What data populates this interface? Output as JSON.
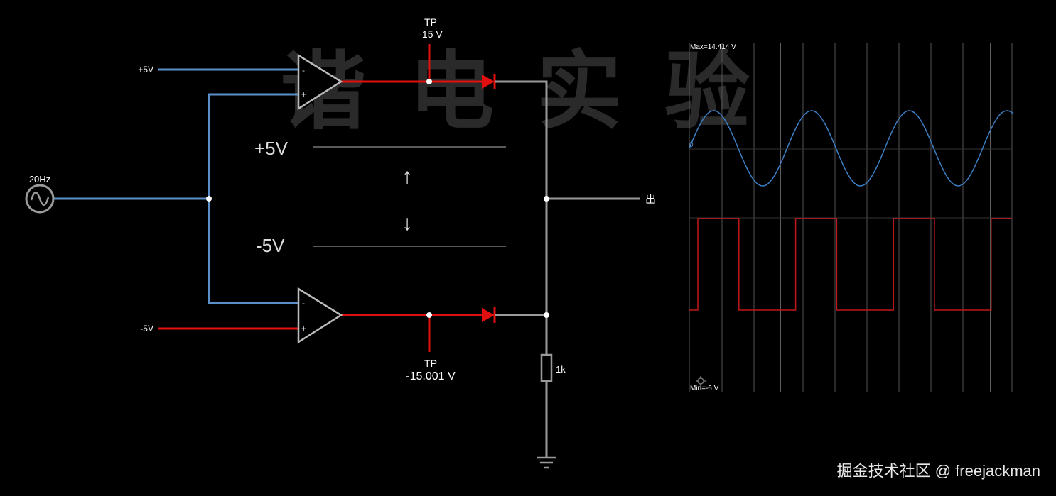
{
  "watermark": {
    "text": "谐电实验"
  },
  "source": {
    "label": "20Hz"
  },
  "rails": {
    "top_ref": "+5V",
    "bottom_ref": "-5V"
  },
  "probes": {
    "top": {
      "label": "TP",
      "value": "-15 V"
    },
    "bottom": {
      "label": "TP",
      "value": "-15.001 V"
    }
  },
  "window": {
    "upper_label": "+5V",
    "lower_label": "-5V",
    "up_arrow": "↑",
    "down_arrow": "↓"
  },
  "output": {
    "label": "出"
  },
  "resistor": {
    "label": "1k"
  },
  "scope": {
    "max_label": "Max=14.414 V",
    "min_label": "Min=-6 V",
    "zero_label": "0",
    "sine_color": "#3d7fc4",
    "square_color": "#c01818",
    "cycles": 3.3
  },
  "credit": {
    "text": "掘金技术社区 @ freejackman"
  },
  "colors": {
    "blue_wire": "#5b8fc9",
    "red_wire": "#e01010",
    "gray_wire": "#9a9a9a"
  }
}
